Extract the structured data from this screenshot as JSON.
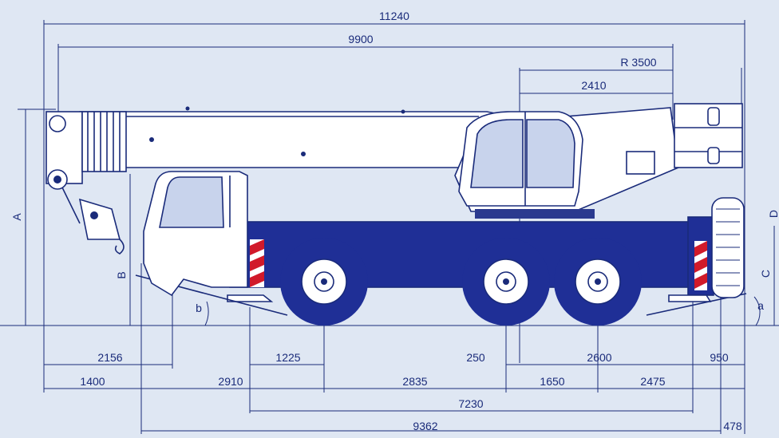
{
  "colors": {
    "background": "#dfe7f3",
    "line": "#1a2b7a",
    "carrier": "#1f2f96",
    "white": "#ffffff",
    "glass": "#c8d3ec",
    "tire": "#ffffff",
    "warning_red": "#d11a2a"
  },
  "dimensions": {
    "overall_length": "11240",
    "boom_length": "9900",
    "tail_radius": "R 3500",
    "cab_to_tail": "2410",
    "front_overhang_boom": "2156",
    "front_overhang": "1400",
    "front_to_axle1": "2910",
    "outrigger_to_axle1": "1225",
    "axle1_to_axle2": "2835",
    "axle2_offset": "250",
    "axle2_to_axle3": "1650",
    "axle2_to_rear_outrigger": "2600",
    "axle3_to_rear": "2475",
    "rear_outrigger_overhang": "950",
    "outrigger_base": "7230",
    "chassis_length": "9362",
    "rear_end": "478"
  },
  "labels": {
    "height_a": "A",
    "height_b": "B",
    "height_c": "C",
    "height_d": "D",
    "angle_a": "a",
    "angle_b": "b"
  }
}
